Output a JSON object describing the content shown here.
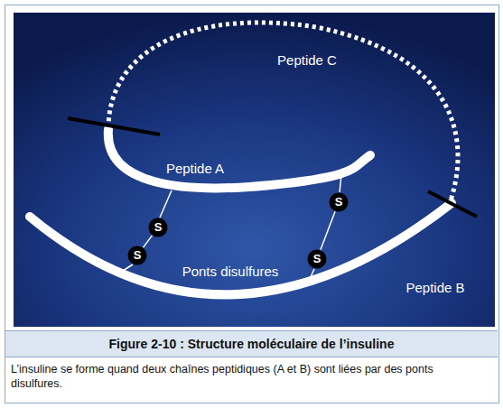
{
  "diagram": {
    "title": "Figure 2-10 : Structure moléculaire de l’insuline",
    "caption": "L’insuline se forme quand deux chaînes peptidiques (A et B) sont liées par des ponts disulfures.",
    "nodes": [
      {
        "text": [
          "S"
        ]
      },
      {
        "text": [
          "S"
        ]
      },
      {
        "text": [
          "S"
        ]
      },
      {
        "text": [
          "S"
        ]
      }
    ],
    "edges": [
      {
        "from": 1,
        "to": 2,
        "arrow": "none"
      },
      {
        "from": 0,
        "to": 3,
        "arrow": "none"
      }
    ],
    "labels": [
      "Peptide C",
      "Peptide A",
      "Ponts disulfures",
      "Peptide B"
    ]
  }
}
